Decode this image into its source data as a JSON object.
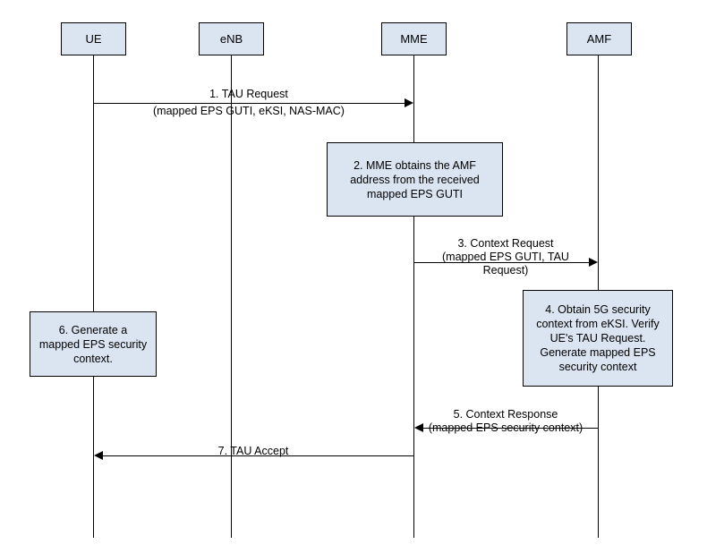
{
  "colors": {
    "box_fill": "#dbe5f1",
    "line_color": "#000000",
    "background": "#ffffff"
  },
  "diagram": {
    "type": "sequence-diagram",
    "actors": [
      {
        "label": "UE"
      },
      {
        "label": "eNB"
      },
      {
        "label": "MME"
      },
      {
        "label": "AMF"
      }
    ],
    "messages": [
      {
        "title": "1. TAU Request",
        "detail": "(mapped EPS GUTI, eKSI, NAS-MAC)",
        "from": "UE",
        "to": "MME"
      },
      {
        "title": "3. Context Request",
        "detail": "(mapped EPS GUTI, TAU\nRequest)",
        "from": "MME",
        "to": "AMF"
      },
      {
        "title": "5. Context Response",
        "detail": "(mapped EPS security context)",
        "from": "AMF",
        "to": "MME"
      },
      {
        "title": "7. TAU Accept",
        "detail": "",
        "from": "MME",
        "to": "UE"
      }
    ],
    "notes": [
      {
        "text": "2. MME obtains the AMF\naddress from the received\nmapped EPS GUTI",
        "on": "MME"
      },
      {
        "text": "4. Obtain 5G security\ncontext from eKSI. Verify\nUE's TAU Request.\nGenerate mapped EPS\nsecurity context",
        "on": "AMF"
      },
      {
        "text": "6. Generate a\nmapped EPS security\ncontext.",
        "on": "UE"
      }
    ]
  }
}
